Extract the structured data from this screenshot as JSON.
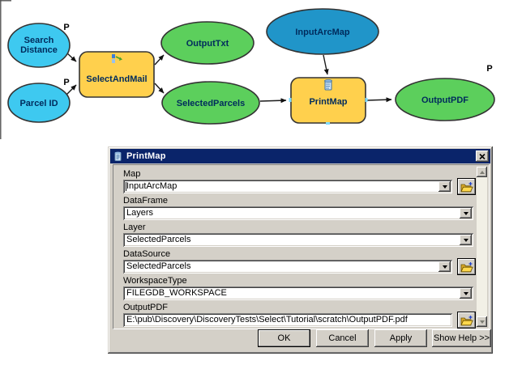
{
  "diagram": {
    "colors": {
      "input_variable": "#3ec9f0",
      "input_map": "#2095c9",
      "derived_data": "#5ccf5c",
      "tool": "#ffd04d",
      "shape_text": "#002b5c"
    },
    "nodes": {
      "search_distance": {
        "line1": "Search",
        "line2": "Distance",
        "param": "P"
      },
      "parcel_id": {
        "label": "Parcel ID",
        "param": "P"
      },
      "select_and_mail": {
        "label": "SelectAndMail"
      },
      "output_txt": {
        "label": "OutputTxt"
      },
      "selected_parcels": {
        "label": "SelectedParcels"
      },
      "input_arcmap": {
        "label": "InputArcMap"
      },
      "print_map": {
        "label": "PrintMap"
      },
      "output_pdf": {
        "label": "OutputPDF",
        "param": "P"
      }
    }
  },
  "dialog": {
    "title": "PrintMap",
    "fields": [
      {
        "label": "Map",
        "value": "InputArcMap"
      },
      {
        "label": "DataFrame",
        "value": "Layers"
      },
      {
        "label": "Layer",
        "value": "SelectedParcels"
      },
      {
        "label": "DataSource",
        "value": "SelectedParcels"
      },
      {
        "label": "WorkspaceType",
        "value": "FILEGDB_WORKSPACE"
      },
      {
        "label": "OutputPDF",
        "value": "E:\\pub\\Discovery\\DiscoveryTests\\Select\\Tutorial\\scratch\\OutputPDF.pdf"
      }
    ],
    "buttons": [
      {
        "label": "OK"
      },
      {
        "label": "Cancel"
      },
      {
        "label": "Apply"
      },
      {
        "label": "Show Help >>"
      }
    ]
  }
}
